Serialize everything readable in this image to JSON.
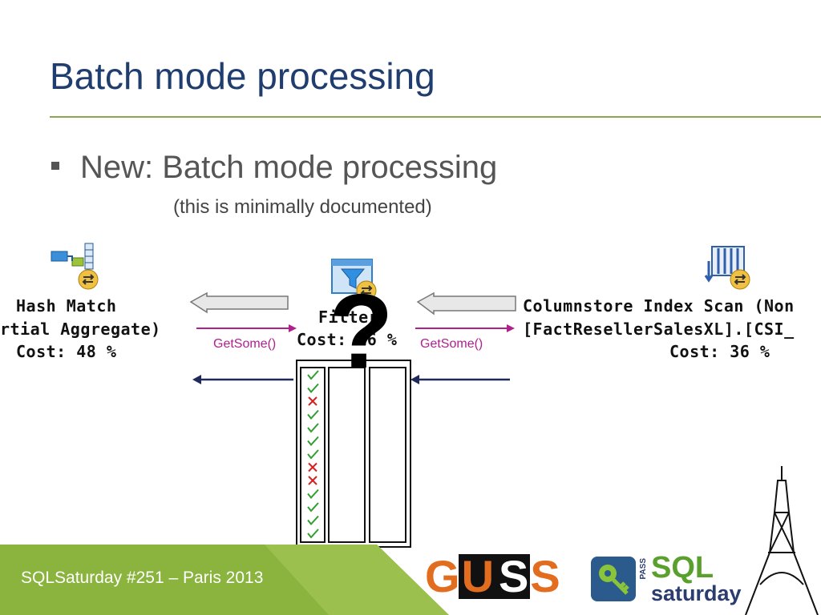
{
  "slide": {
    "title": "Batch mode processing",
    "bullet": "New: Batch mode processing",
    "subtext": "(this is minimally documented)"
  },
  "plan": {
    "hash_match": {
      "line1": "Hash Match",
      "line2": "rtial Aggregate)",
      "line3": "Cost: 48 %"
    },
    "filter": {
      "line1": "Filter",
      "line2": "Cost: 16 %"
    },
    "columnstore": {
      "line1": "Columnstore Index Scan (Non",
      "line2": "[FactResellerSalesXL].[CSI_",
      "line3": "Cost: 36 %"
    },
    "getsome_left": "GetSome()",
    "getsome_right": "GetSome()",
    "question_mark": "?",
    "batch_marks": [
      "check",
      "check",
      "cross",
      "check",
      "check",
      "check",
      "check",
      "cross",
      "cross",
      "check",
      "check",
      "check",
      "check"
    ]
  },
  "footer": {
    "event": "SQLSaturday #251 – Paris 2013"
  },
  "logos": {
    "guss": [
      "G",
      "U",
      "S",
      "S"
    ],
    "pass": "PASS",
    "sql": "SQL",
    "saturday": "saturday"
  },
  "icons": [
    "hash-match-icon",
    "filter-icon",
    "columnstore-scan-icon",
    "parallelism-icon",
    "eiffel-tower-icon"
  ],
  "colors": {
    "title": "#1f3d6e",
    "accent_green": "#8aa650",
    "getsome": "#b0208e",
    "arrow_dark": "#1f2a5a",
    "check": "#2e9e2e",
    "cross": "#d42020"
  }
}
